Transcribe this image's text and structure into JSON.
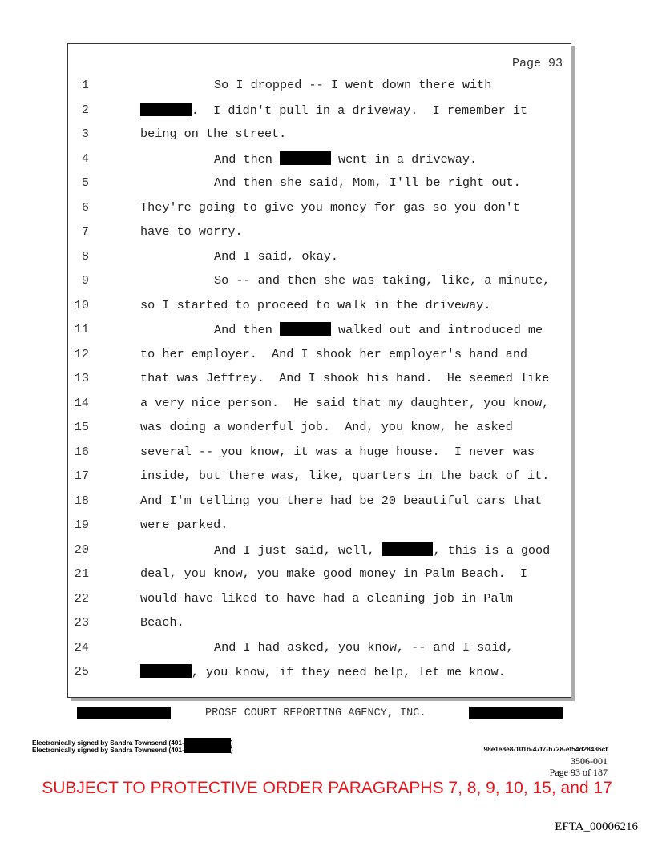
{
  "page_label": "Page 93",
  "lines": [
    {
      "n": "1",
      "indent": true,
      "before": "So I dropped -- I went down there with",
      "redact": 0,
      "after": ""
    },
    {
      "n": "2",
      "indent": false,
      "before": "",
      "redact": 7,
      "after": ".  I didn't pull in a driveway.  I remember it"
    },
    {
      "n": "3",
      "indent": false,
      "before": "being on the street.",
      "redact": 0,
      "after": ""
    },
    {
      "n": "4",
      "indent": true,
      "before": "And then ",
      "redact": 7,
      "after": " went in a driveway."
    },
    {
      "n": "5",
      "indent": true,
      "before": "And then she said, Mom, I'll be right out.",
      "redact": 0,
      "after": ""
    },
    {
      "n": "6",
      "indent": false,
      "before": "They're going to give you money for gas so you don't",
      "redact": 0,
      "after": ""
    },
    {
      "n": "7",
      "indent": false,
      "before": "have to worry.",
      "redact": 0,
      "after": ""
    },
    {
      "n": "8",
      "indent": true,
      "before": "And I said, okay.",
      "redact": 0,
      "after": ""
    },
    {
      "n": "9",
      "indent": true,
      "before": "So -- and then she was taking, like, a minute,",
      "redact": 0,
      "after": ""
    },
    {
      "n": "10",
      "indent": false,
      "before": "so I started to proceed to walk in the driveway.",
      "redact": 0,
      "after": ""
    },
    {
      "n": "11",
      "indent": true,
      "before": "And then ",
      "redact": 7,
      "after": " walked out and introduced me"
    },
    {
      "n": "12",
      "indent": false,
      "before": "to her employer.  And I shook her employer's hand and",
      "redact": 0,
      "after": ""
    },
    {
      "n": "13",
      "indent": false,
      "before": "that was Jeffrey.  And I shook his hand.  He seemed like",
      "redact": 0,
      "after": ""
    },
    {
      "n": "14",
      "indent": false,
      "before": "a very nice person.  He said that my daughter, you know,",
      "redact": 0,
      "after": ""
    },
    {
      "n": "15",
      "indent": false,
      "before": "was doing a wonderful job.  And, you know, he asked",
      "redact": 0,
      "after": ""
    },
    {
      "n": "16",
      "indent": false,
      "before": "several -- you know, it was a huge house.  I never was",
      "redact": 0,
      "after": ""
    },
    {
      "n": "17",
      "indent": false,
      "before": "inside, but there was, like, quarters in the back of it.",
      "redact": 0,
      "after": ""
    },
    {
      "n": "18",
      "indent": false,
      "before": "And I'm telling you there had be 20 beautiful cars that",
      "redact": 0,
      "after": ""
    },
    {
      "n": "19",
      "indent": false,
      "before": "were parked.",
      "redact": 0,
      "after": ""
    },
    {
      "n": "20",
      "indent": true,
      "before": "And I just said, well, ",
      "redact": 7,
      "after": ", this is a good"
    },
    {
      "n": "21",
      "indent": false,
      "before": "deal, you know, you make good money in Palm Beach.  I",
      "redact": 0,
      "after": ""
    },
    {
      "n": "22",
      "indent": false,
      "before": "would have liked to have had a cleaning job in Palm",
      "redact": 0,
      "after": ""
    },
    {
      "n": "23",
      "indent": false,
      "before": "Beach.",
      "redact": 0,
      "after": ""
    },
    {
      "n": "24",
      "indent": true,
      "before": "And I had asked, you know, -- and I said,",
      "redact": 0,
      "after": ""
    },
    {
      "n": "25",
      "indent": false,
      "before": "",
      "redact": 7,
      "after": ", you know, if they need help, let me know."
    }
  ],
  "footer": {
    "agency": "PROSE COURT REPORTING AGENCY, INC.",
    "signature_prefix": "Electronically signed by Sandra Townsend (401-",
    "signature_suffix": ")",
    "hash": "98e1e8e8-101b-47f7-b728-ef54d28436cf",
    "case_ref": "3506-001",
    "page_of": "Page 93 of 187"
  },
  "protective_order": "SUBJECT TO PROTECTIVE ORDER PARAGRAPHS 7, 8, 9, 10, 15, and 17",
  "bates": "EFTA_00006216"
}
